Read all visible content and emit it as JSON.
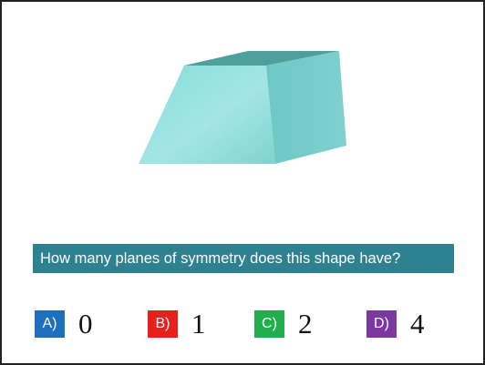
{
  "question": {
    "text": "How many planes of symmetry does this shape have?",
    "bar_color": "#2e8191"
  },
  "shape": {
    "kind": "frustum-icon",
    "color": "#7fd8d8"
  },
  "options": [
    {
      "label": "A)",
      "value": "0",
      "color": "#1f6fbf"
    },
    {
      "label": "B)",
      "value": "1",
      "color": "#e8201c"
    },
    {
      "label": "C)",
      "value": "2",
      "color": "#1fae4b"
    },
    {
      "label": "D)",
      "value": "4",
      "color": "#7b38a0"
    }
  ]
}
